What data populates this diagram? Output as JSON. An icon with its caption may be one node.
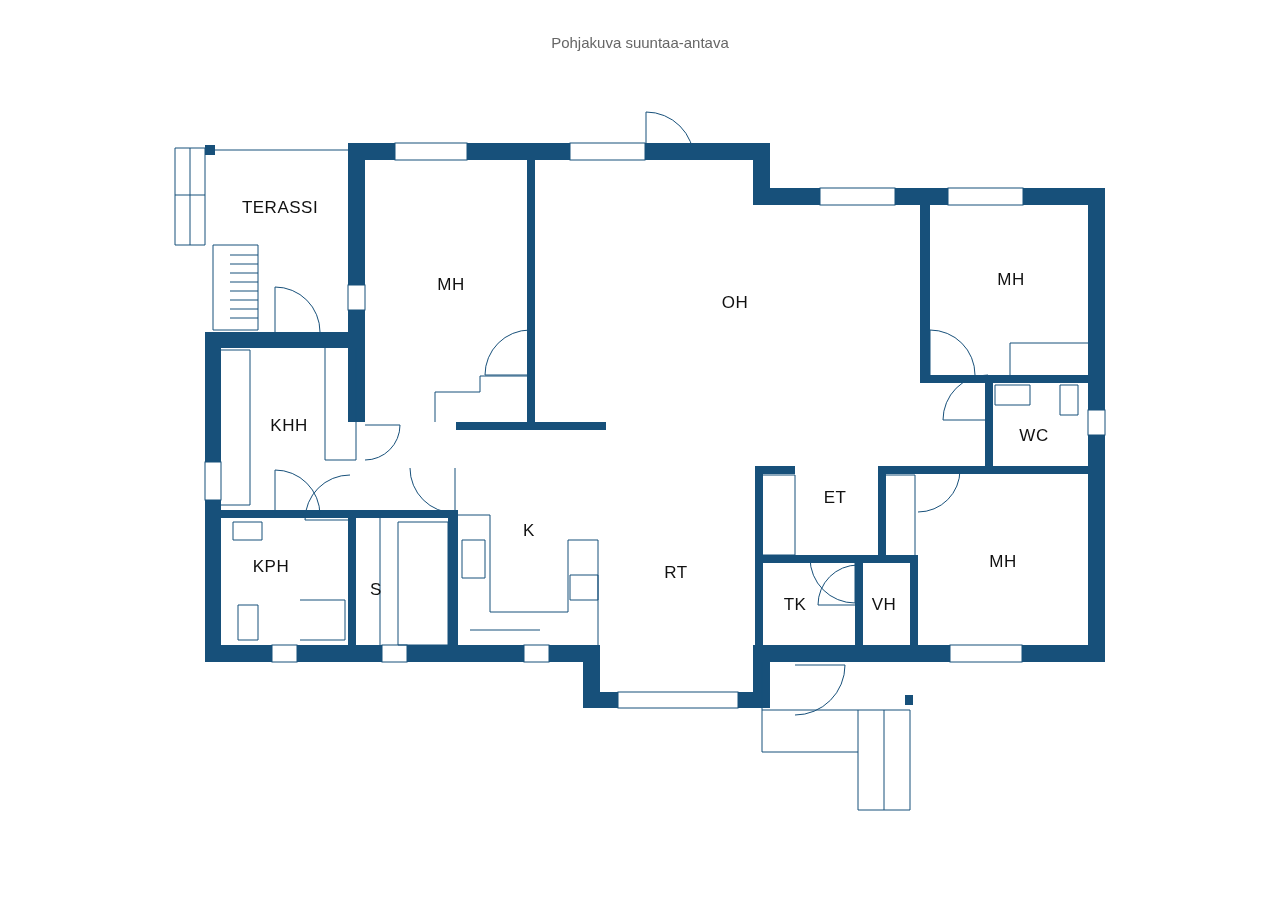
{
  "diagram": {
    "title": "Pohjakuva suuntaa-antava",
    "labels": [
      "TERASSI",
      "MH",
      "OH",
      "MH",
      "KHH",
      "WC",
      "ET",
      "K",
      "RT",
      "KPH",
      "S",
      "TK",
      "VH",
      "MH"
    ]
  }
}
